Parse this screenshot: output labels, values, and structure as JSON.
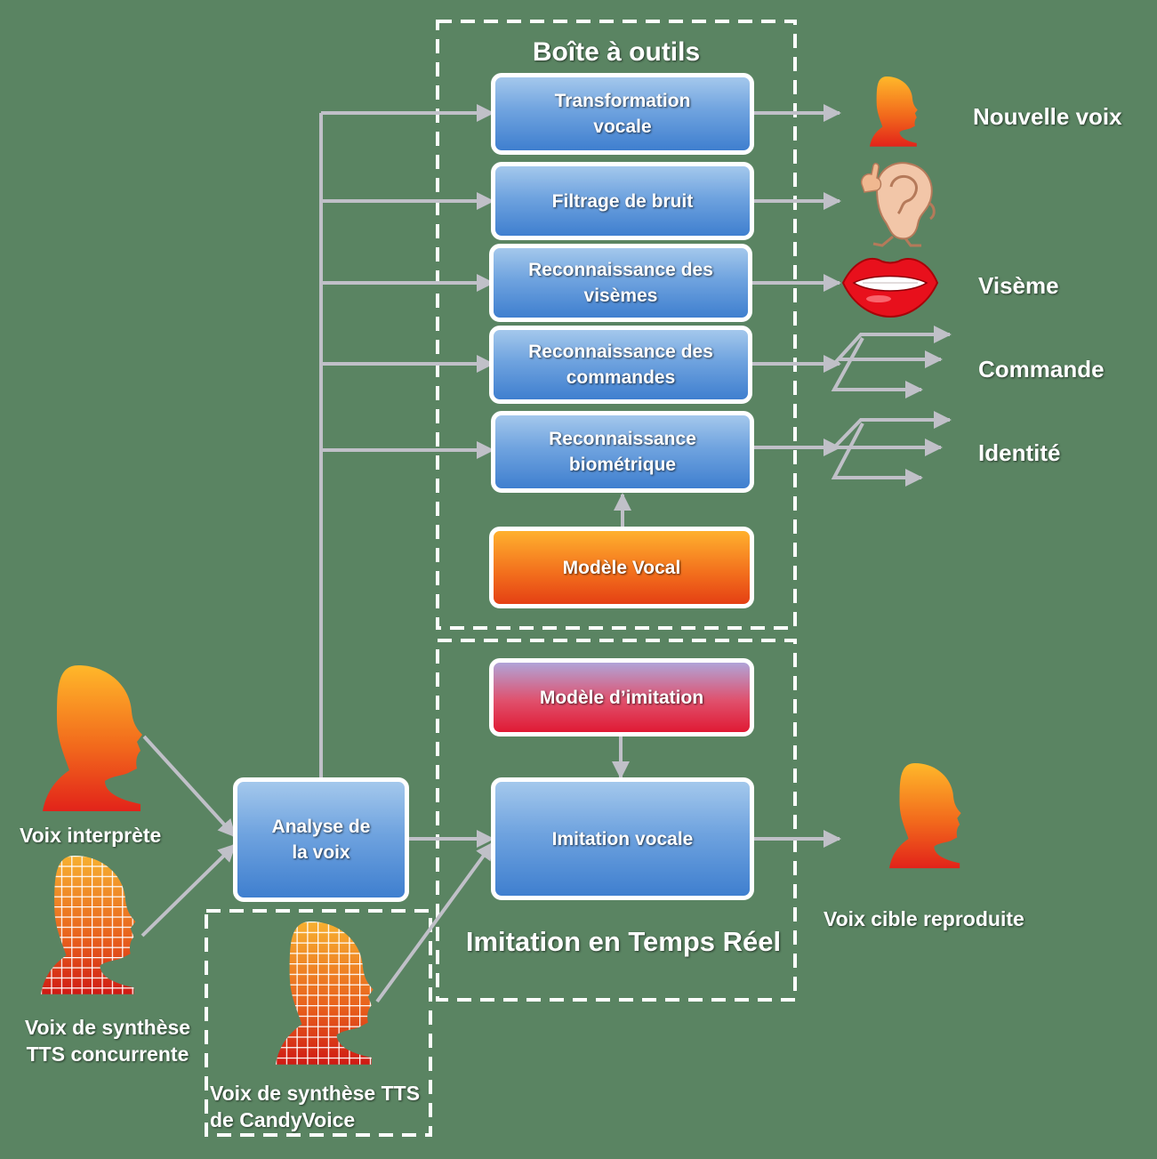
{
  "groups": {
    "toolbox_title": "Boîte à outils",
    "realtime_title": "Imitation en Temps Réel"
  },
  "modules": {
    "transformation": "Transformation vocale",
    "filtrage": "Filtrage de bruit",
    "visemes": "Reconnaissance des visèmes",
    "commandes": "Reconnaissance des commandes",
    "biometrique": "Reconnaissance biométrique",
    "modele_vocal": "Modèle Vocal",
    "modele_imitation": "Modèle d’imitation",
    "imitation": "Imitation vocale",
    "analyse": "Analyse de la voix"
  },
  "outputs": {
    "nouvelle_voix": "Nouvelle voix",
    "viseme": "Visème",
    "commande": "Commande",
    "identite": "Identité",
    "voix_cible": "Voix cible reproduite"
  },
  "inputs": {
    "interprete": "Voix interprète",
    "tts_concurrente": "Voix de synthèse TTS concurrente",
    "tts_candyvoice": "Voix de synthèse TTS de CandyVoice"
  },
  "colors": {
    "background": "#5a8462",
    "arrow": "#c0c0c8",
    "box_blue": "#4f8fd8",
    "box_orange": "#f26c1c",
    "box_pink": "#e01a34"
  }
}
